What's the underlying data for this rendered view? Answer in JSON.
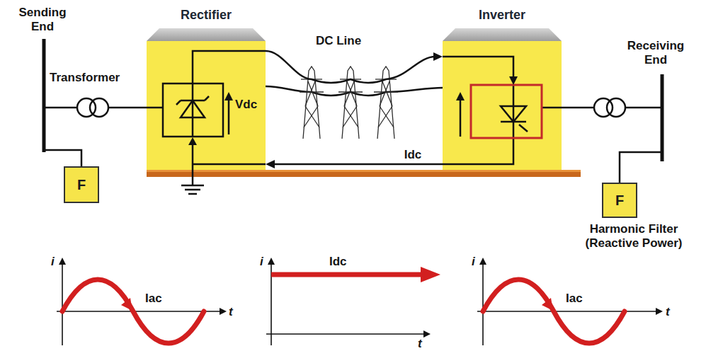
{
  "diagram": {
    "nodes": [
      {
        "text": [
          "Rectifier"
        ]
      },
      {
        "text": [
          "Inverter"
        ]
      },
      {
        "text": [
          "F"
        ]
      },
      {
        "text": [
          "F"
        ]
      }
    ],
    "edges": [
      {
        "from": 0,
        "to": 1,
        "arrow": "to",
        "label": "DC Line"
      },
      {
        "from": 1,
        "to": 0,
        "arrow": "to",
        "label": "Idc"
      }
    ],
    "labels": [
      "Sending End",
      "Transformer",
      "Vdc",
      "Receiving End",
      "Harmonic Filter (Reactive Power)",
      "i",
      "Iac",
      "t",
      "i",
      "Idc",
      "t",
      "i",
      "Iac",
      "t"
    ]
  }
}
